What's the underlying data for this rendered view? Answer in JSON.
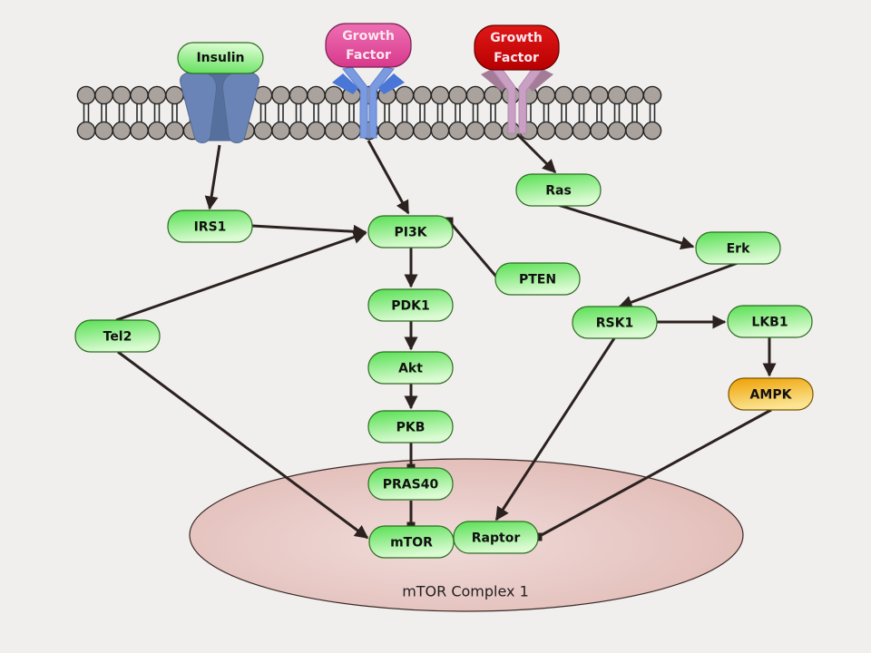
{
  "title": "mTOR signaling pathway",
  "colors": {
    "background": "#f0efed",
    "node_fill_top": "#5ee45a",
    "node_fill_bottom": "#d8fbd0",
    "node_stroke": "#2e6b22",
    "ampk_fill_top": "#f0a400",
    "ampk_fill_bottom": "#fbe79a",
    "insulin_receptor": "#6b84b8",
    "gf_receptor_1": "#7b9be0",
    "gf_receptor_2": "#c9a0c4",
    "ligand_pink": "#e0509e",
    "ligand_red": "#cc0a0a",
    "complex_fill": "#e6c3bf",
    "lipid_head": "#a9a29d",
    "edge": "#2b2220"
  },
  "ligands": [
    {
      "id": "insulin",
      "label": "Insulin",
      "lines": [
        "Insulin"
      ]
    },
    {
      "id": "gf1",
      "label": "Growth Factor",
      "lines": [
        "Growth",
        "Factor"
      ]
    },
    {
      "id": "gf2",
      "label": "Growth Factor",
      "lines": [
        "Growth",
        "Factor"
      ]
    }
  ],
  "nodes": [
    {
      "id": "IRS1",
      "label": "IRS1"
    },
    {
      "id": "PI3K",
      "label": "PI3K"
    },
    {
      "id": "PTEN",
      "label": "PTEN"
    },
    {
      "id": "PDK1",
      "label": "PDK1"
    },
    {
      "id": "Akt",
      "label": "Akt"
    },
    {
      "id": "PKB",
      "label": "PKB"
    },
    {
      "id": "PRAS40",
      "label": "PRAS40"
    },
    {
      "id": "mTOR",
      "label": "mTOR"
    },
    {
      "id": "Raptor",
      "label": "Raptor"
    },
    {
      "id": "Tel2",
      "label": "Tel2"
    },
    {
      "id": "Ras",
      "label": "Ras"
    },
    {
      "id": "Erk",
      "label": "Erk"
    },
    {
      "id": "RSK1",
      "label": "RSK1"
    },
    {
      "id": "LKB1",
      "label": "LKB1"
    },
    {
      "id": "AMPK",
      "label": "AMPK"
    }
  ],
  "complex": {
    "label": "mTOR Complex 1"
  },
  "edges": [
    {
      "from": "insulin-receptor",
      "to": "IRS1",
      "type": "activation"
    },
    {
      "from": "gf1-receptor",
      "to": "PI3K",
      "type": "activation"
    },
    {
      "from": "gf2-receptor",
      "to": "Ras",
      "type": "activation"
    },
    {
      "from": "IRS1",
      "to": "PI3K",
      "type": "activation"
    },
    {
      "from": "Tel2",
      "to": "PI3K",
      "type": "activation"
    },
    {
      "from": "PTEN",
      "to": "PI3K",
      "type": "inhibition"
    },
    {
      "from": "PI3K",
      "to": "PDK1",
      "type": "activation"
    },
    {
      "from": "PDK1",
      "to": "Akt",
      "type": "activation"
    },
    {
      "from": "Akt",
      "to": "PKB",
      "type": "activation"
    },
    {
      "from": "PKB",
      "to": "PRAS40",
      "type": "inhibition"
    },
    {
      "from": "PRAS40",
      "to": "mTOR",
      "type": "inhibition"
    },
    {
      "from": "Tel2",
      "to": "mTOR",
      "type": "activation"
    },
    {
      "from": "Ras",
      "to": "Erk",
      "type": "activation"
    },
    {
      "from": "Erk",
      "to": "RSK1",
      "type": "activation"
    },
    {
      "from": "RSK1",
      "to": "LKB1",
      "type": "activation"
    },
    {
      "from": "LKB1",
      "to": "AMPK",
      "type": "activation"
    },
    {
      "from": "RSK1",
      "to": "Raptor",
      "type": "activation"
    },
    {
      "from": "AMPK",
      "to": "Raptor",
      "type": "inhibition"
    }
  ]
}
